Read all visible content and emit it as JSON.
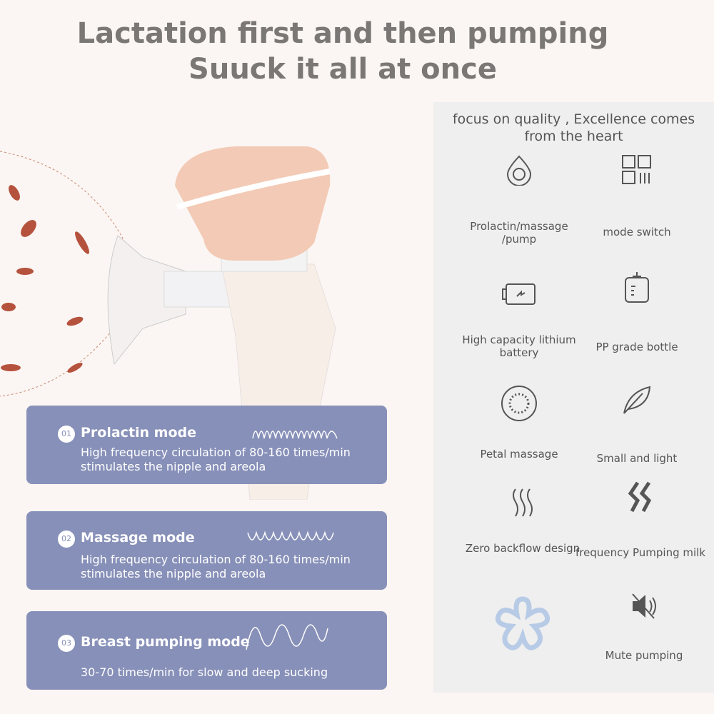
{
  "headline": {
    "line1": "Lactation first and then pumping",
    "line2": "Suuck it all at once"
  },
  "panel": {
    "tagline_1": "focus on quality ,    Excellence comes",
    "tagline_2": "from the heart",
    "features": [
      {
        "icon": "drop-icon",
        "label": "Prolactin/massage /pump"
      },
      {
        "icon": "mode-grid-icon",
        "label": "mode switch"
      },
      {
        "icon": "battery-icon",
        "label": "High capacity lithium battery"
      },
      {
        "icon": "bottle-icon",
        "label": "PP grade bottle"
      },
      {
        "icon": "petal-massage-icon",
        "label": "Petal massage"
      },
      {
        "icon": "feather-icon",
        "label": "Small and light"
      },
      {
        "icon": "backflow-arrows-icon",
        "label": "Zero backflow design"
      },
      {
        "icon": "frequency-icon",
        "label": "frequency Pumping milk"
      },
      {
        "icon": "flower-icon",
        "label": ""
      },
      {
        "icon": "mute-icon",
        "label": "Mute pumping"
      }
    ]
  },
  "modes": [
    {
      "num": "01",
      "title": "Prolactin mode",
      "desc1": "High frequency circulation of 80-160 times/min",
      "desc2": "stimulates the nipple and areola"
    },
    {
      "num": "02",
      "title": "Massage mode",
      "desc1": "High frequency circulation of 80-160 times/min",
      "desc2": "stimulates the nipple and areola"
    },
    {
      "num": "03",
      "title": "Breast pumping mode",
      "desc1": "30-70 times/min for slow and deep sucking",
      "desc2": ""
    }
  ],
  "colors": {
    "card": "#8790b8",
    "panel": "#efefef",
    "accent": "#b5523d"
  }
}
